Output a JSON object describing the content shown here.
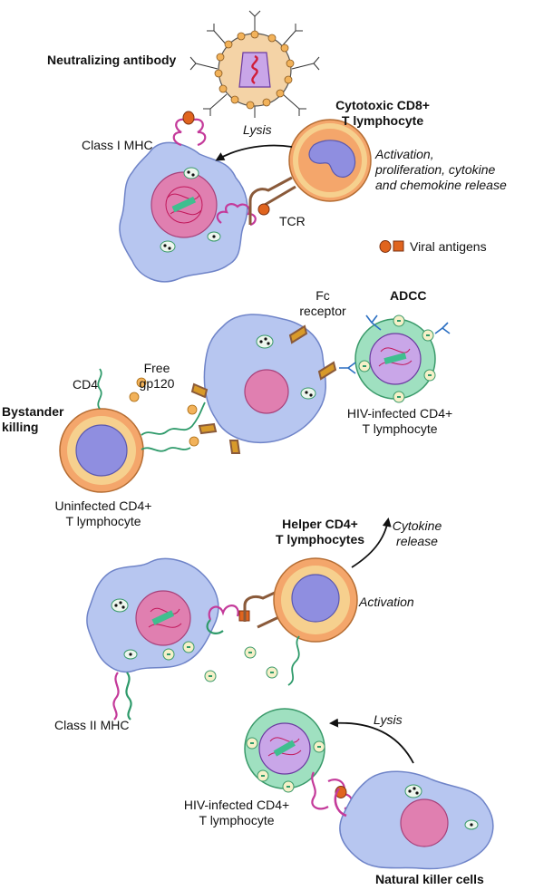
{
  "labels": {
    "neutralizing_antibody": "Neutralizing antibody",
    "cytotoxic_cd8_line1": "Cytotoxic CD8+",
    "cytotoxic_cd8_line2": "T lymphocyte",
    "lysis_top": "Lysis",
    "class_i_mhc": "Class I MHC",
    "activation_line1": "Activation,",
    "activation_line2": "proliferation, cytokine",
    "activation_line3": "and chemokine release",
    "tcr": "TCR",
    "viral_antigens": "Viral antigens",
    "fc_line1": "Fc",
    "fc_line2": "receptor",
    "adcc": "ADCC",
    "cd4": "CD4",
    "free_line1": "Free",
    "free_line2": "gp120",
    "bystander_line1": "Bystander",
    "bystander_line2": "killing",
    "hiv_infected_mid_line1": "HIV-infected CD4+",
    "hiv_infected_mid_line2": "T lymphocyte",
    "uninfected_line1": "Uninfected CD4+",
    "uninfected_line2": "T lymphocyte",
    "helper_line1": "Helper CD4+",
    "helper_line2": "T lymphocytes",
    "cytokine_line1": "Cytokine",
    "cytokine_line2": "release",
    "activation_helper": "Activation",
    "class_ii_mhc": "Class II MHC",
    "lysis_bottom": "Lysis",
    "hiv_infected_bottom_line1": "HIV-infected CD4+",
    "hiv_infected_bottom_line2": "T lymphocyte",
    "natural_killer": "Natural killer cells"
  },
  "colors": {
    "infected_cell": "#b7c6f0",
    "infected_cell_edge": "#6f84c8",
    "nucleus_pink": "#e07fb0",
    "t_cell_orange": "#f4a66b",
    "t_cell_ring": "#f6d08e",
    "t_cell_nucleus": "#8f8ee0",
    "hiv_cell_green": "#9fe0c0",
    "mhc_magenta": "#c43a9a",
    "receptor_brown": "#8a5a3a",
    "viral_antigen_orange": "#e0641e",
    "virus_green": "#2e9a6a"
  }
}
